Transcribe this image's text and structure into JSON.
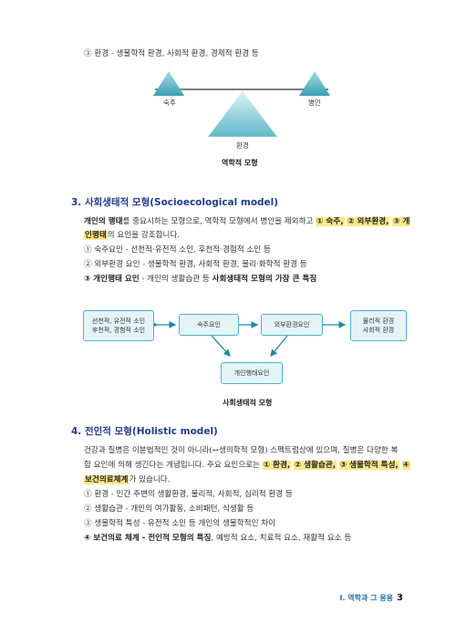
{
  "top_item": "③ 환경 - 생물학적 환경, 사회적 환경, 경제적 환경 등",
  "triad": {
    "left": "숙주",
    "right": "병인",
    "bottom": "환경",
    "caption": "역학적 모형"
  },
  "section3": {
    "title": "3. 사회생태적 모형(Socioecological model)",
    "intro_pre": "개인의 행태",
    "intro_mid": "를 중요시하는 모형으로, 역학적 모형에서 병인을 제외하고 ",
    "hl1": "① 숙주,",
    "hl2": "② 외부환경,",
    "hl3": "③ 개",
    "hl3b": "인행태",
    "intro_end": "의 요인을 강조합니다.",
    "items": [
      "① 숙주요인 - 선천적·유전적 소인, 후천적·경험적 소인 등",
      "② 외부환경 요인 - 생물학적 환경, 사회적 환경, 물리·화학적 환경 등"
    ],
    "item3_bold": "③ 개인행태 요인",
    "item3_mid": " - 개인의 생활습관 등 ",
    "item3_bold2": "사회생태적 모형의 가장 큰 특징"
  },
  "diagram": {
    "box_left_line1": "선천적, 유전적 소인",
    "box_left_line2": "후천적, 경험적 소인",
    "box_host": "숙주요인",
    "box_env": "외부환경요인",
    "box_right_line1": "물리적 환경",
    "box_right_line2": "사회적 환경",
    "box_behavior": "개인행태요인",
    "caption": "사회생태적 모형"
  },
  "section4": {
    "title": "4. 전인적 모형(Holistic model)",
    "p1": "건강과 질병은 이분법적인 것이 아니라(↔생의학적 모형) 스펙트럼상에 있으며, 질병은 다양한 복",
    "p2_pre": "합 요인에 의해 생긴다는 개념입니다. 주요 요인으로는 ",
    "p2_hl1": "① 환경,",
    "p2_hl2": "② 생활습관,",
    "p2_hl3": "③ 생물학적 특성,",
    "p2_hl4": "④",
    "p3_hl": "보건의료체계",
    "p3_end": "가 있습니다.",
    "items": [
      "① 환경 - 인간 주변의 생활환경, 물리적, 사회적, 심리적 환경 등",
      "② 생활습관 - 개인의 여가활동, 소비패턴, 식생활 등",
      "③ 생물학적 특성 - 유전적 소인 등 개인의 생물학적인 차이"
    ],
    "item4_bold": "④ 보건의료 체계 - 전인적 모형의 특징",
    "item4_end": ", 예방적 요소, 치료적 요소, 재활적 요소 등"
  },
  "footer": {
    "chapter": "I. 역학과 그 응용",
    "page": "3"
  }
}
